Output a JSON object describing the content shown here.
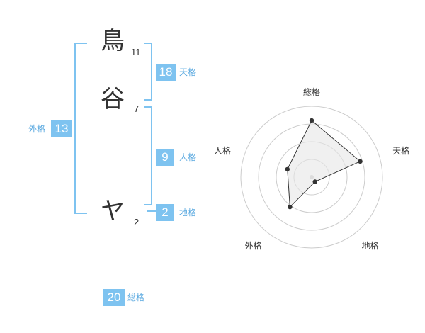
{
  "name_chars": [
    {
      "char": "鳥",
      "strokes": "11"
    },
    {
      "char": "谷",
      "strokes": "7"
    },
    {
      "char": "ヤ",
      "strokes": "2"
    }
  ],
  "fortunes": {
    "tenkaku": {
      "value": "18",
      "label": "天格"
    },
    "jinkaku": {
      "value": "9",
      "label": "人格"
    },
    "chikaku": {
      "value": "2",
      "label": "地格"
    },
    "gaikaku": {
      "value": "13",
      "label": "外格"
    },
    "soukaku": {
      "value": "20",
      "label": "総格"
    }
  },
  "colors": {
    "accent": "#7ec3f0",
    "label_text": "#5aa9e0",
    "text": "#333333",
    "radar_fill": "#e6e6e6",
    "radar_ring": "#cccccc"
  },
  "chart_data": {
    "type": "radar",
    "categories": [
      "総格",
      "天格",
      "地格",
      "外格",
      "人格"
    ],
    "values": [
      20,
      18,
      2,
      13,
      9
    ],
    "rings": 4,
    "grid": true
  }
}
